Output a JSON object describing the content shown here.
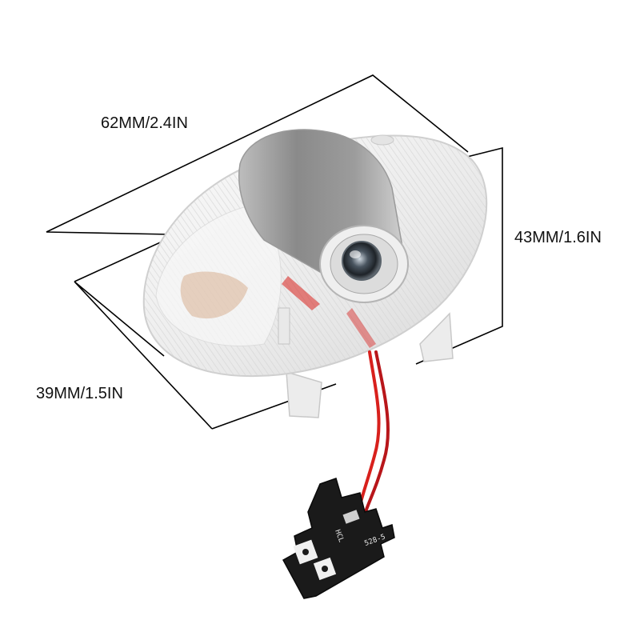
{
  "dimensions": {
    "length_label": "62MM/2.4IN",
    "height_label": "43MM/1.6IN",
    "width_label": "39MM/1.5IN"
  },
  "pcb": {
    "marking_brand": "HCL",
    "marking_model": "528-5"
  },
  "colors": {
    "background": "#ffffff",
    "dimension_line": "#000000",
    "lens_housing": "#f2f2f2",
    "wire": "#d8201c",
    "pcb": "#1a1a1a"
  }
}
